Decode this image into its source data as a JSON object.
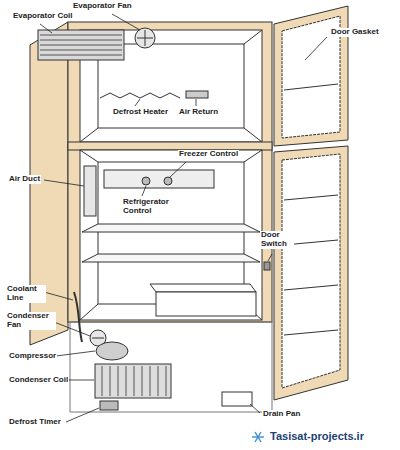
{
  "diagram": {
    "labels": [
      "Evaporator Fan",
      "Evaporator Coil",
      "Door Gasket",
      "Defrost Heater",
      "Air Return",
      "Freezer Control",
      "Air Duct",
      "Refrigerator Control",
      "Door Switch",
      "Coolant Line",
      "Condenser Fan",
      "Compressor",
      "Condenser Coil",
      "Defrost Timer",
      "Drain Pan",
      "Tasisat-projects.ir"
    ]
  }
}
